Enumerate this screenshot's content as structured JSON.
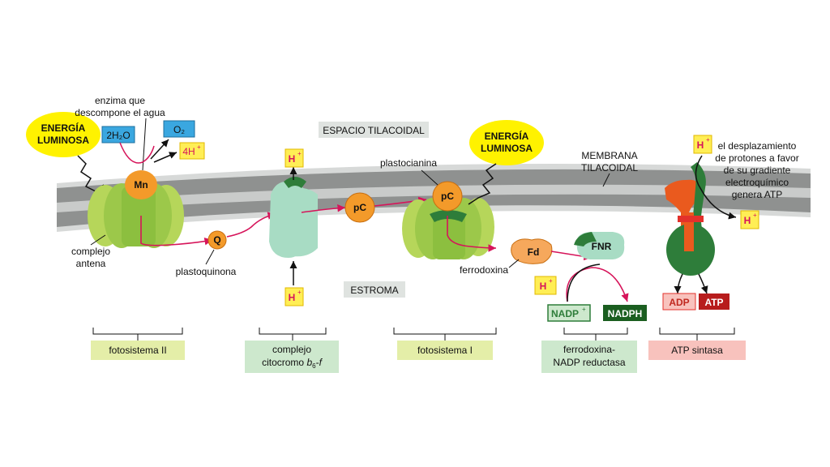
{
  "labels": {
    "energy_left_1": "ENERGÍA",
    "energy_left_2": "LUMINOSA",
    "energy_right_1": "ENERGÍA",
    "energy_right_2": "LUMINOSA",
    "enzyme_1": "enzima que",
    "enzyme_2": "descompone el agua",
    "water": "2H₂O",
    "oxygen": "O₂",
    "protons_4": "4H",
    "plus": "+",
    "mn": "Mn",
    "espacio": "ESPACIO TILACOIDAL",
    "estroma": "ESTROMA",
    "hplus": "H",
    "plastocianina": "plastocianina",
    "pc": "pC",
    "q": "Q",
    "plastoquinona": "plastoquinona",
    "complejo_1": "complejo",
    "complejo_2": "antena",
    "fd": "Fd",
    "fnr": "FNR",
    "ferrodoxina": "ferrodoxina",
    "membrana_1": "MEMBRANA",
    "membrana_2": "TILACOIDAL",
    "gradient_1": "el desplazamiento",
    "gradient_2": "de protones a favor",
    "gradient_3": "de su gradiente",
    "gradient_4": "electroquímico",
    "gradient_5": "genera ATP",
    "nadp": "NADP",
    "nadph": "NADPH",
    "adp": "ADP",
    "atp": "ATP"
  },
  "groups": {
    "ps2": "fotosistema II",
    "cyt_1": "complejo",
    "cyt_2a": "citocromo ",
    "cyt_2b": "b",
    "cyt_2c": "6",
    "cyt_2d": "-",
    "cyt_2e": "f",
    "ps1": "fotosistema I",
    "fnr_1": "ferrodoxina-",
    "fnr_2": "NADP reductasa",
    "atp_synth": "ATP sintasa"
  },
  "colors": {
    "membrane": "#8f9190",
    "membrane_edge": "#d7d9d8",
    "light_green": "#b6d65a",
    "mid_green": "#8cbf3f",
    "dark_green": "#2e7d3a",
    "pale_teal": "#a8dcc4",
    "orange": "#f39a2a",
    "red_orange": "#ea5a1e",
    "arrow_magenta": "#d6145a",
    "yellow": "#fff200",
    "hbox_yellow": "#ffee55",
    "blue": "#3aa7e0",
    "label_ps2": "#e4eea8",
    "label_cyt": "#cde8cd",
    "label_ps1": "#e4eea8",
    "label_fnr": "#cde8cd",
    "label_atp": "#f8c2bd"
  }
}
